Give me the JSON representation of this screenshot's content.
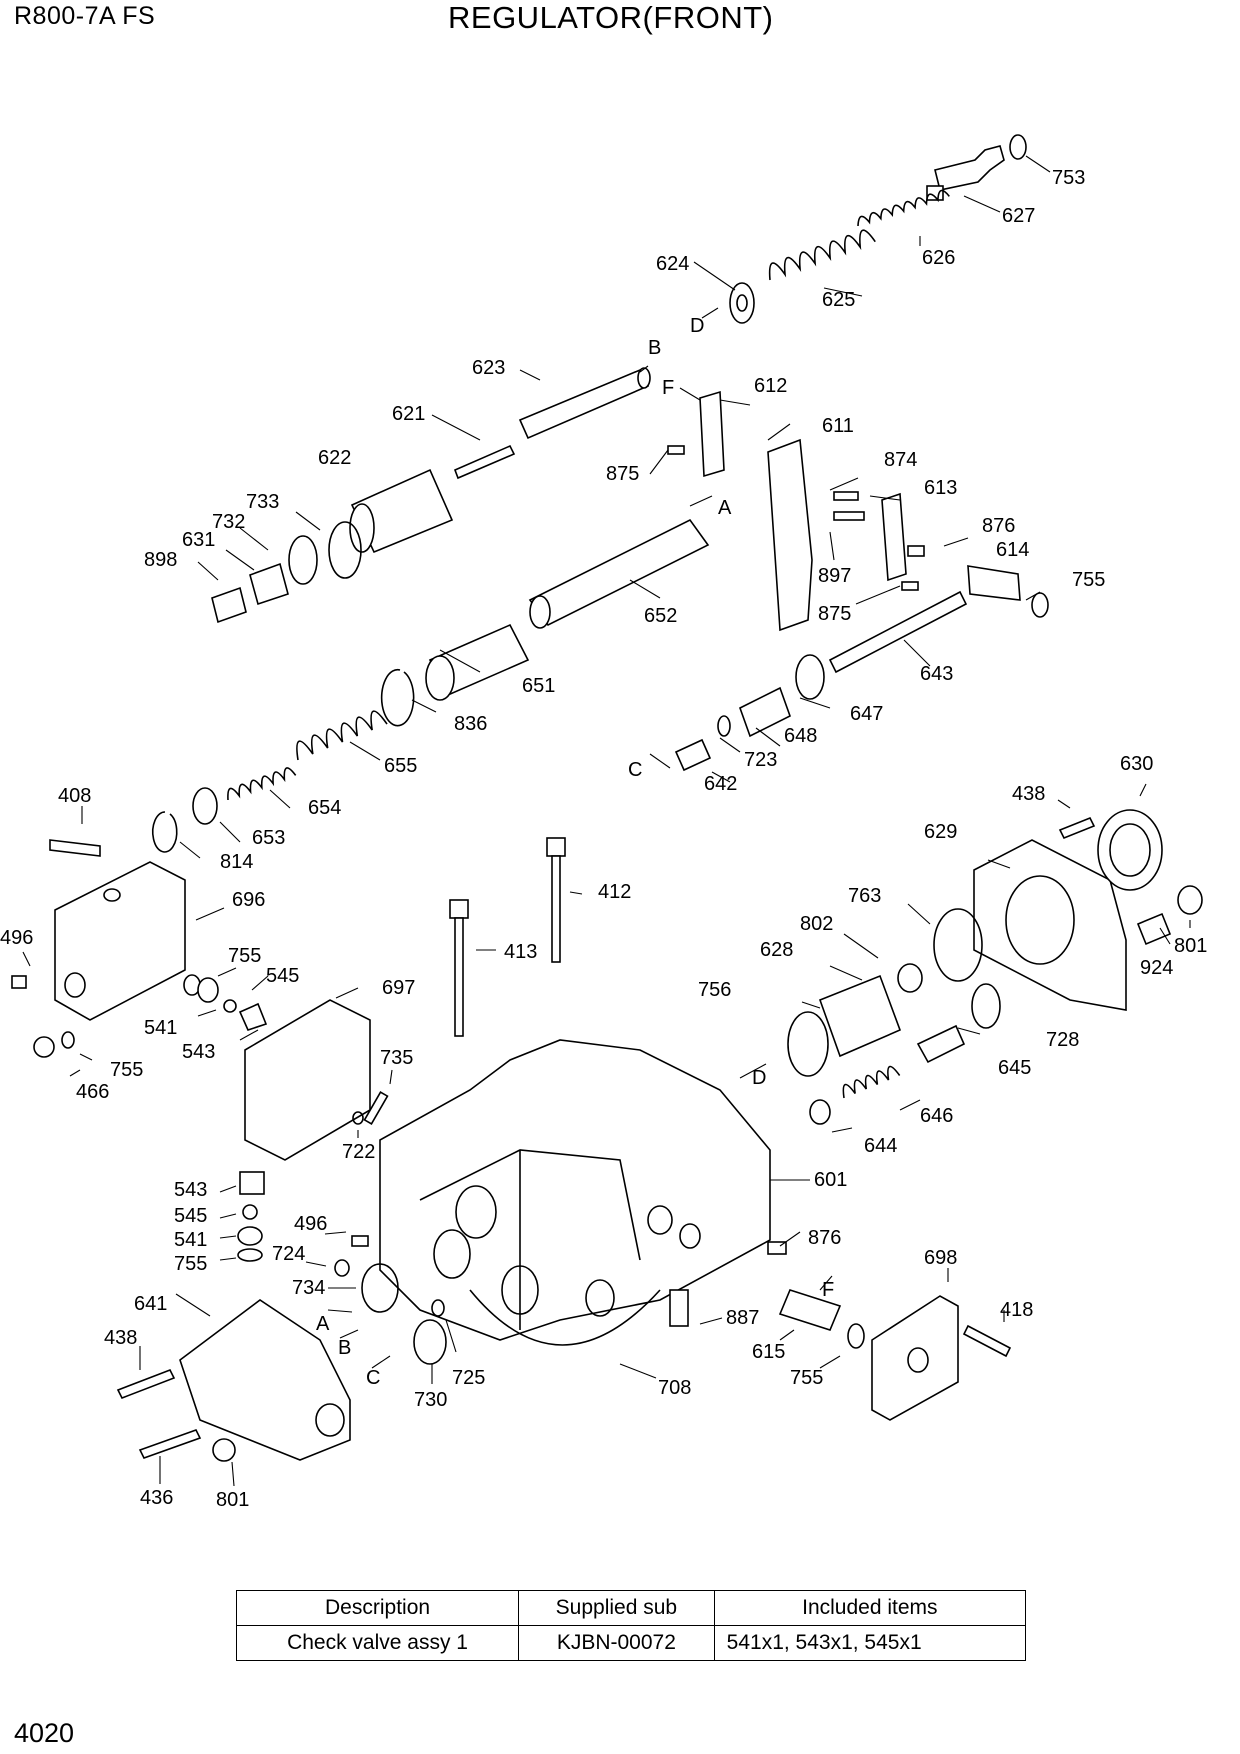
{
  "header": {
    "model": "R800-7A  FS",
    "title": "REGULATOR(FRONT)"
  },
  "page_number": "4020",
  "callouts": [
    "753",
    "627",
    "626",
    "624",
    "625",
    "D",
    "623",
    "B",
    "621",
    "F",
    "612",
    "611",
    "622",
    "875",
    "874",
    "A",
    "613",
    "733",
    "732",
    "876",
    "631",
    "614",
    "898",
    "897",
    "755",
    "875",
    "652",
    "643",
    "651",
    "647",
    "836",
    "648",
    "723",
    "C",
    "642",
    "655",
    "654",
    "653",
    "814",
    "408",
    "438",
    "630",
    "629",
    "412",
    "696",
    "763",
    "496",
    "755",
    "802",
    "545",
    "628",
    "413",
    "697",
    "924",
    "801",
    "756",
    "541",
    "543",
    "728",
    "645",
    "735",
    "755",
    "466",
    "722",
    "D",
    "646",
    "644",
    "601",
    "543",
    "545",
    "541",
    "755",
    "496",
    "724",
    "734",
    "A",
    "641",
    "876",
    "F",
    "698",
    "418",
    "887",
    "438",
    "B",
    "725",
    "C",
    "730",
    "708",
    "615",
    "755",
    "436",
    "801"
  ],
  "table": {
    "headers": [
      "Description",
      "Supplied sub",
      "Included items"
    ],
    "rows": [
      [
        "Check valve assy 1",
        "KJBN-00072",
        "541x1, 543x1, 545x1"
      ]
    ]
  }
}
